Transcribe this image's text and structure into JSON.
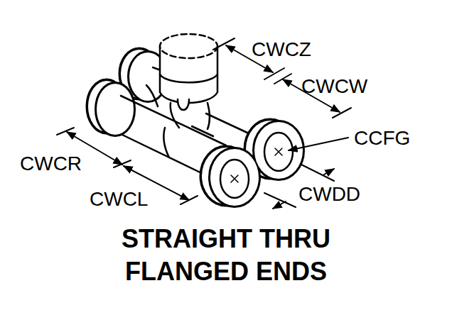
{
  "diagram": {
    "caption": "STRAIGHT THRU FLANGED ENDS",
    "labels": [
      "CWCZ",
      "CWCW",
      "CCFG",
      "CWCR",
      "CWCL",
      "CWDD"
    ]
  }
}
